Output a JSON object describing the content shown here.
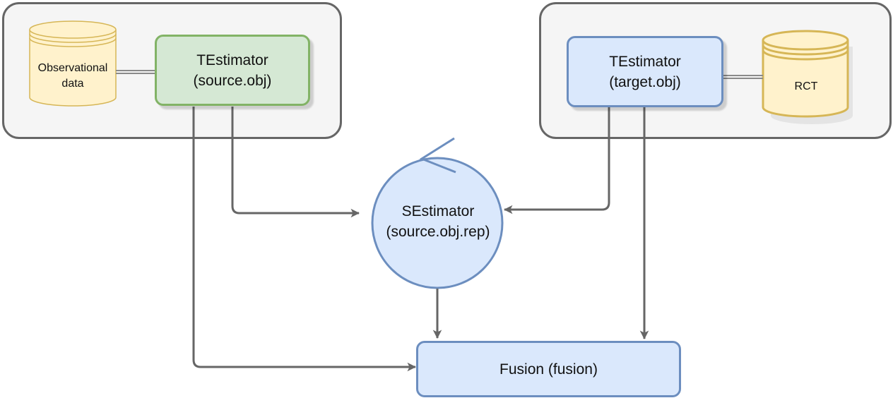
{
  "nodes": {
    "observational_data": {
      "label": "Observational\ndata"
    },
    "rct": {
      "label": "RCT"
    },
    "te_source": {
      "title": "TEstimator",
      "subtitle": "(source.obj)"
    },
    "te_target": {
      "title": "TEstimator",
      "subtitle": "(target.obj)"
    },
    "se_source": {
      "title": "SEstimator",
      "subtitle": "(source.obj.rep)"
    },
    "fusion": {
      "label": "Fusion (fusion)"
    }
  },
  "edges": [
    {
      "from": "observational_data",
      "to": "te_source",
      "kind": "link"
    },
    {
      "from": "te_target",
      "to": "rct",
      "kind": "link"
    },
    {
      "from": "te_source",
      "to": "se_source",
      "kind": "arrow"
    },
    {
      "from": "te_target",
      "to": "se_source",
      "kind": "arrow"
    },
    {
      "from": "se_source",
      "to": "fusion",
      "kind": "arrow"
    },
    {
      "from": "te_source",
      "to": "fusion",
      "kind": "arrow"
    },
    {
      "from": "te_target",
      "to": "fusion",
      "kind": "arrow"
    }
  ],
  "colors": {
    "group_fill": "#f5f5f5",
    "group_stroke": "#666666",
    "green_fill": "#d5e8d4",
    "green_stroke": "#82b366",
    "blue_fill": "#dae8fc",
    "blue_stroke": "#6c8ebf",
    "db_fill": "#fff2cc",
    "db_stroke": "#d6b656",
    "edge": "#666666"
  }
}
